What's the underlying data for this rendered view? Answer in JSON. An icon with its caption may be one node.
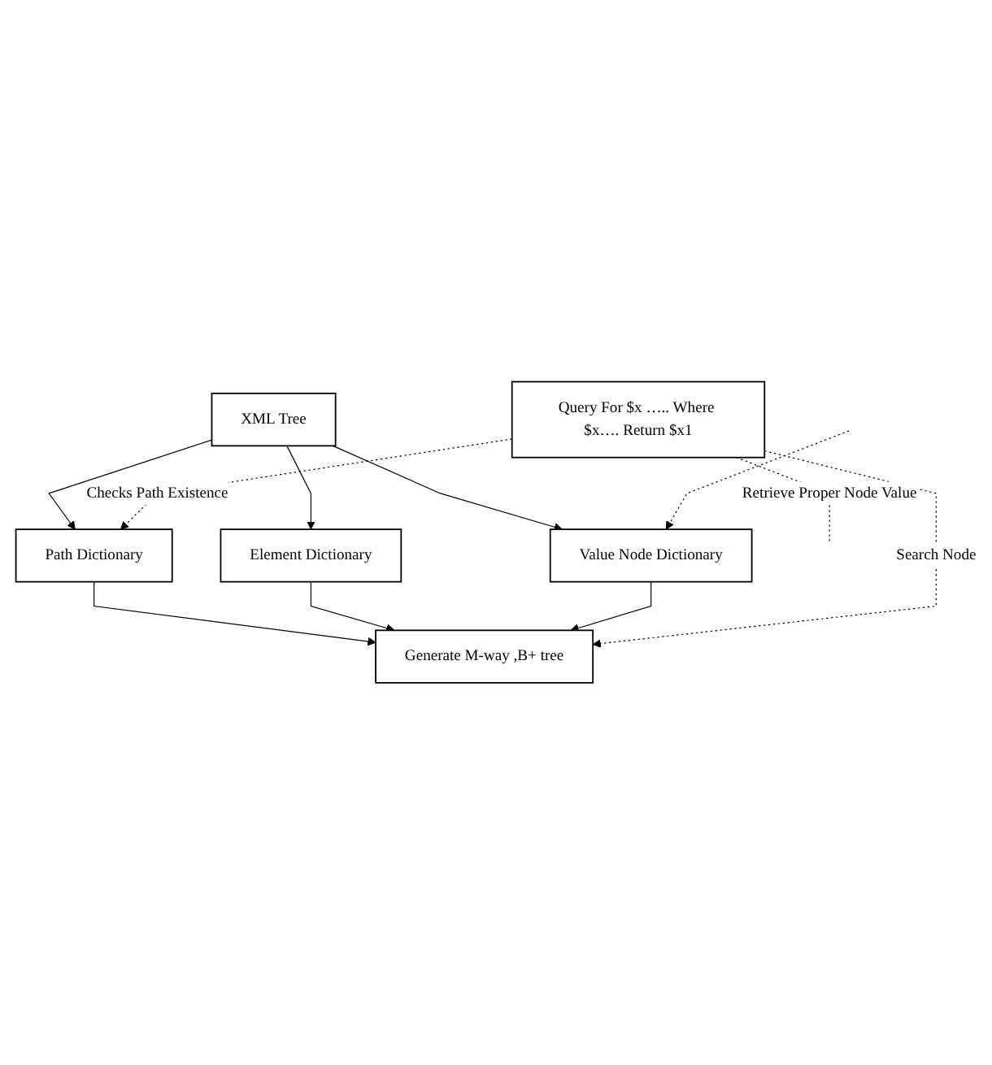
{
  "diagram": {
    "nodes": [
      {
        "text": [
          "XML Tree"
        ]
      },
      {
        "text": [
          "Path Dictionary"
        ]
      },
      {
        "text": [
          "Element Dictionary"
        ]
      },
      {
        "text": [
          "Value Node Dictionary"
        ]
      },
      {
        "text": [
          "Generate M-way ,B+ tree"
        ]
      },
      {
        "text": [
          "Query For $x ….. Where $x…. Return $x1"
        ]
      }
    ],
    "edges": [
      {
        "from": 0,
        "to": 1,
        "arrow": "to"
      },
      {
        "from": 0,
        "to": 2,
        "arrow": "to"
      },
      {
        "from": 0,
        "to": 3,
        "arrow": "to"
      },
      {
        "from": 1,
        "to": 4,
        "arrow": "to"
      },
      {
        "from": 2,
        "to": 4,
        "arrow": "to"
      },
      {
        "from": 3,
        "to": 4,
        "arrow": "to"
      },
      {
        "from": 5,
        "to": 1,
        "arrow": "to",
        "style": "dashed",
        "label": "Checks Path Existence"
      },
      {
        "from": 5,
        "to": 4,
        "arrow": "to",
        "style": "dashed",
        "label": "Search Node"
      },
      {
        "from": 5,
        "to": null,
        "arrow": "none",
        "style": "dashed",
        "label": "Retrieve Proper Node Value"
      },
      {
        "from": null,
        "to": 3,
        "arrow": "to",
        "style": "dashed"
      }
    ]
  }
}
